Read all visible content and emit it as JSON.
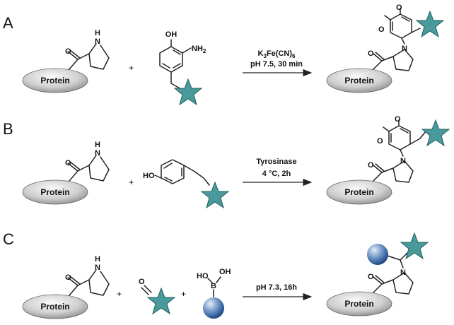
{
  "colors": {
    "star": "#4a9a9c",
    "star_stroke": "#1f5f60",
    "protein_light": "#f2f2f2",
    "protein_dark": "#8a8a8a",
    "sphere_light": "#d6e4f4",
    "sphere_dark": "#1f4b8a"
  },
  "panels": [
    {
      "letter": "A",
      "protein_label": "Protein",
      "plus": "+",
      "reagent_labels": {
        "oh": "OH",
        "nh2_base": "NH",
        "nh2_sub": "2"
      },
      "condition_top_parts": [
        "K",
        "3",
        "Fe(CN)",
        "6"
      ],
      "condition_bottom": "pH 7.5, 30 min",
      "product": {
        "protein_label": "Protein",
        "o_top": "O",
        "o_left": "O",
        "o_carbonyl": "O",
        "n_label": "N"
      },
      "reactant": {
        "o_carbonyl": "O",
        "nh_label": "H",
        "n_label": "N"
      }
    },
    {
      "letter": "B",
      "protein_label": "Protein",
      "plus": "+",
      "reagent_labels": {
        "ho": "HO"
      },
      "condition_top": "Tyrosinase",
      "condition_bottom": "4 °C, 2h",
      "product": {
        "protein_label": "Protein",
        "o_top": "O",
        "o_left": "O",
        "o_carbonyl": "O",
        "n_label": "N"
      },
      "reactant": {
        "o_carbonyl": "O",
        "nh_label": "H",
        "n_label": "N"
      }
    },
    {
      "letter": "C",
      "protein_label": "Protein",
      "plus1": "+",
      "plus2": "+",
      "aldehyde_o": "O",
      "boronic": {
        "ho": "HO",
        "oh": "OH",
        "b": "B"
      },
      "condition": "pH 7.3, 16h",
      "product": {
        "protein_label": "Protein",
        "o_carbonyl": "O",
        "n_label": "N"
      },
      "reactant": {
        "o_carbonyl": "O",
        "nh_label": "H",
        "n_label": "N"
      }
    }
  ]
}
